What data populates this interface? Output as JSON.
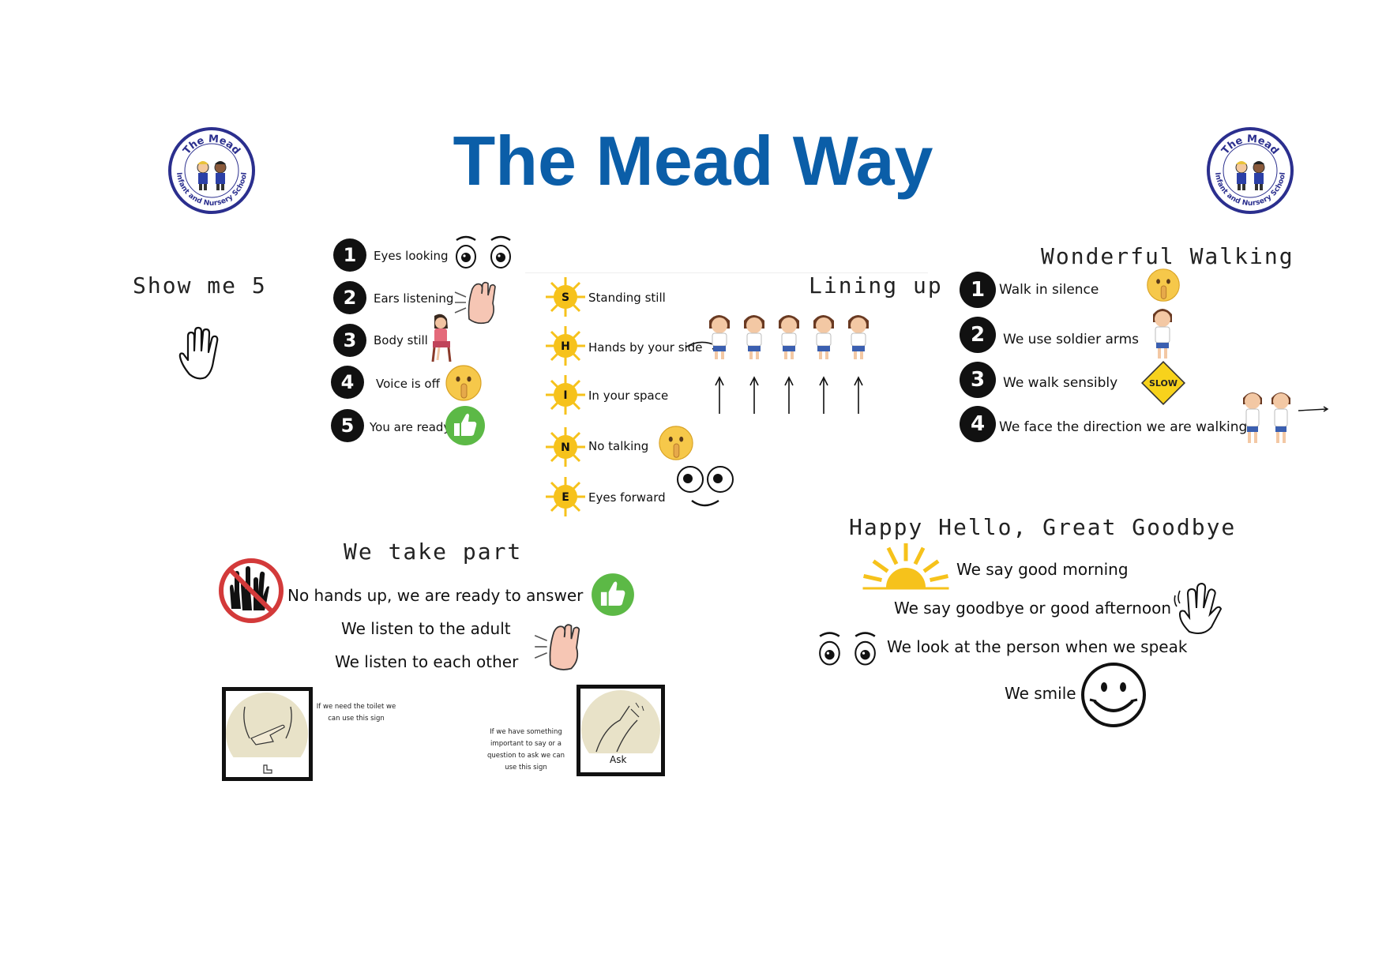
{
  "title": "The Mead Way",
  "colors": {
    "title": "#0b5ea8",
    "badge": "#111111",
    "sun": "#f6c21b",
    "thumb": "#5cb946",
    "logo_ring": "#2b2f8e"
  },
  "logo": {
    "top_text": "The Mead",
    "bottom_text": "Infant and Nursery School"
  },
  "show_me_5": {
    "heading": "Show me 5",
    "icon": "raised-hand-icon",
    "items": [
      {
        "num": "1",
        "label": "Eyes looking",
        "icon": "eyes-icon"
      },
      {
        "num": "2",
        "label": "Ears listening",
        "icon": "ear-icon"
      },
      {
        "num": "3",
        "label": "Body still",
        "icon": "sitting-child-icon"
      },
      {
        "num": "4",
        "label": "Voice is off",
        "icon": "shush-emoji-icon"
      },
      {
        "num": "5",
        "label": "You are ready",
        "icon": "thumbs-up-icon"
      }
    ]
  },
  "lining_up": {
    "heading": "Lining up",
    "items": [
      {
        "letter": "S",
        "label": "Standing still"
      },
      {
        "letter": "H",
        "label": "Hands by your side"
      },
      {
        "letter": "I",
        "label": "In your space"
      },
      {
        "letter": "N",
        "label": "No talking"
      },
      {
        "letter": "E",
        "label": "Eyes forward"
      }
    ]
  },
  "wonderful_walking": {
    "heading": "Wonderful Walking",
    "items": [
      {
        "num": "1",
        "label": "Walk in silence",
        "icon": "shush-emoji-icon"
      },
      {
        "num": "2",
        "label": "We use soldier arms",
        "icon": "standing-child-icon"
      },
      {
        "num": "3",
        "label": "We walk sensibly",
        "icon": "slow-sign-icon"
      },
      {
        "num": "4",
        "label": "We face the direction we are walking",
        "icon": "walking-children-icon"
      }
    ],
    "slow_sign": "SLOW"
  },
  "we_take_part": {
    "heading": "We take part",
    "lines": [
      "No hands up, we are ready to answer",
      "We listen to the adult",
      "We listen to each other"
    ],
    "toilet_note": "If we need the toilet we can use this sign",
    "ask_note": "If we have something important to say or a question to ask we can use this sign",
    "ask_label": "Ask"
  },
  "happy_hello": {
    "heading": "Happy Hello, Great Goodbye",
    "lines": [
      "We say good morning",
      "We say goodbye or good afternoon",
      "We look at the person when we speak",
      "We smile"
    ]
  }
}
